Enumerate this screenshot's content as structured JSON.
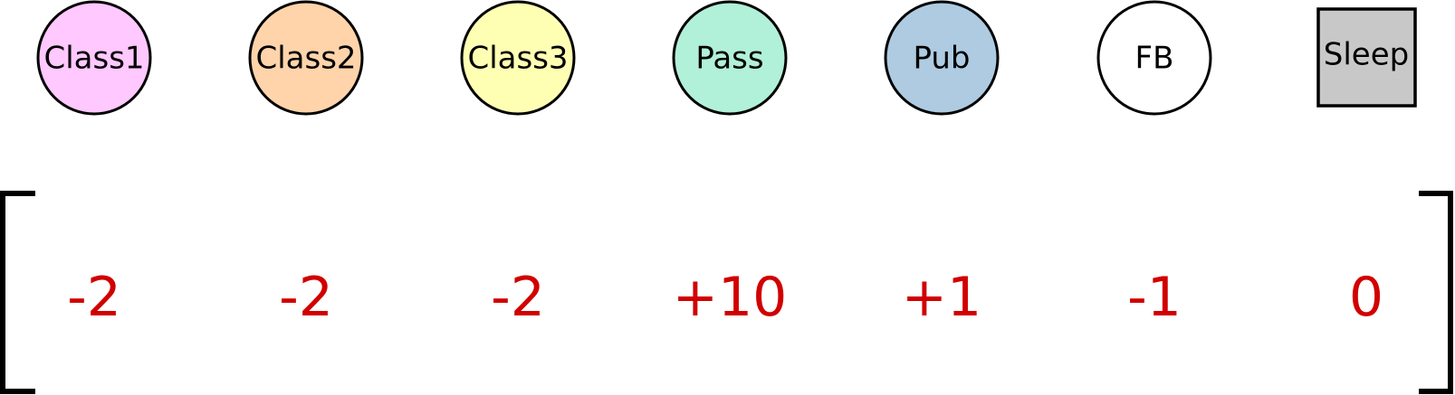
{
  "states": [
    {
      "label": "Class1",
      "shape": "circle",
      "fill": "#ffc8ff"
    },
    {
      "label": "Class2",
      "shape": "circle",
      "fill": "#ffd4aa"
    },
    {
      "label": "Class3",
      "shape": "circle",
      "fill": "#ffffb4"
    },
    {
      "label": "Pass",
      "shape": "circle",
      "fill": "#b1f0d9"
    },
    {
      "label": "Pub",
      "shape": "circle",
      "fill": "#aecbe1"
    },
    {
      "label": "FB",
      "shape": "circle",
      "fill": "#ffffff"
    },
    {
      "label": "Sleep",
      "shape": "square",
      "fill": "#c8c8c8"
    }
  ],
  "rewards": [
    "-2",
    "-2",
    "-2",
    "+10",
    "+1",
    "-1",
    "0"
  ],
  "colors": {
    "reward_text": "#d10000",
    "outline": "#000000"
  }
}
